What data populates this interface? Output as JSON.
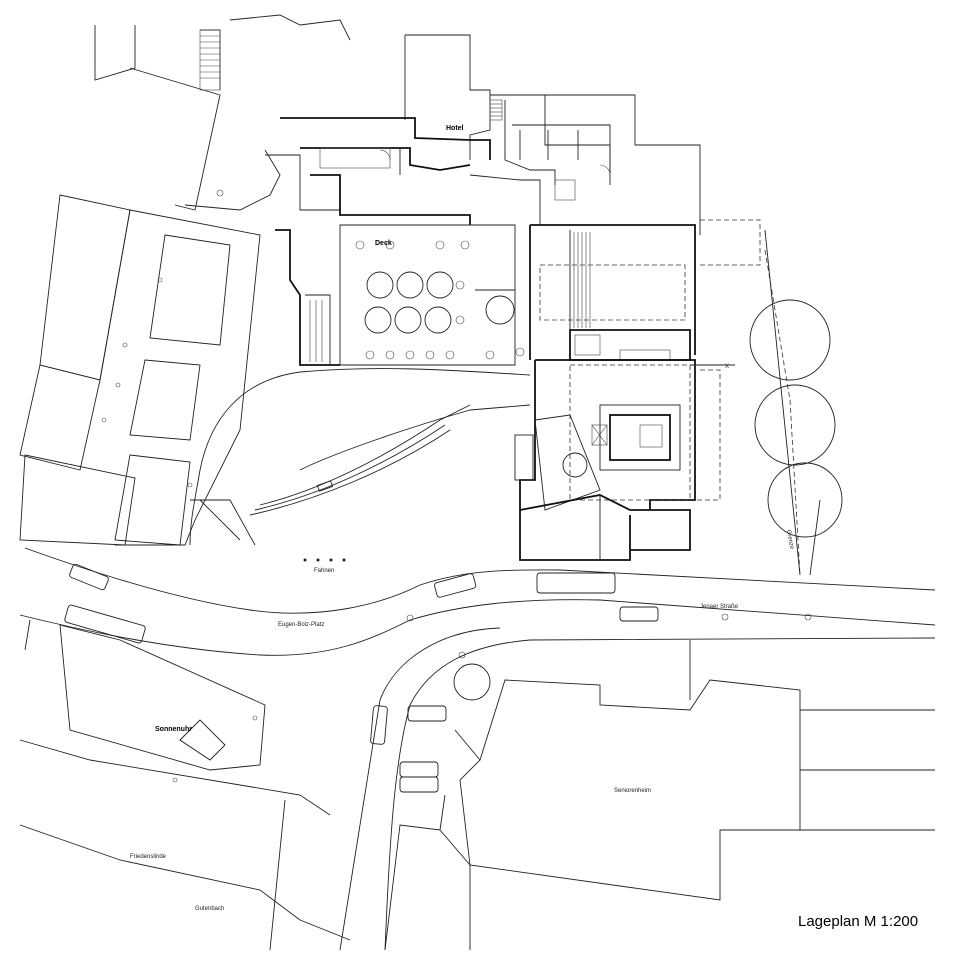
{
  "labels": {
    "hotel": "Hotel",
    "deck": "Deck",
    "fahnen": "Fahnen",
    "eugen_bolz_platz": "Eugen-Bolz-Platz",
    "jenaer_strasse": "Jenaer Straße",
    "sonnenuhr": "Sonnenuhr",
    "seniorenheim": "Seniorenheim",
    "friedenslinde": "Friedenslinde",
    "gutenbach": "Gutenbach",
    "grenze": "Grenze"
  },
  "title": "Lageplan M 1:200"
}
